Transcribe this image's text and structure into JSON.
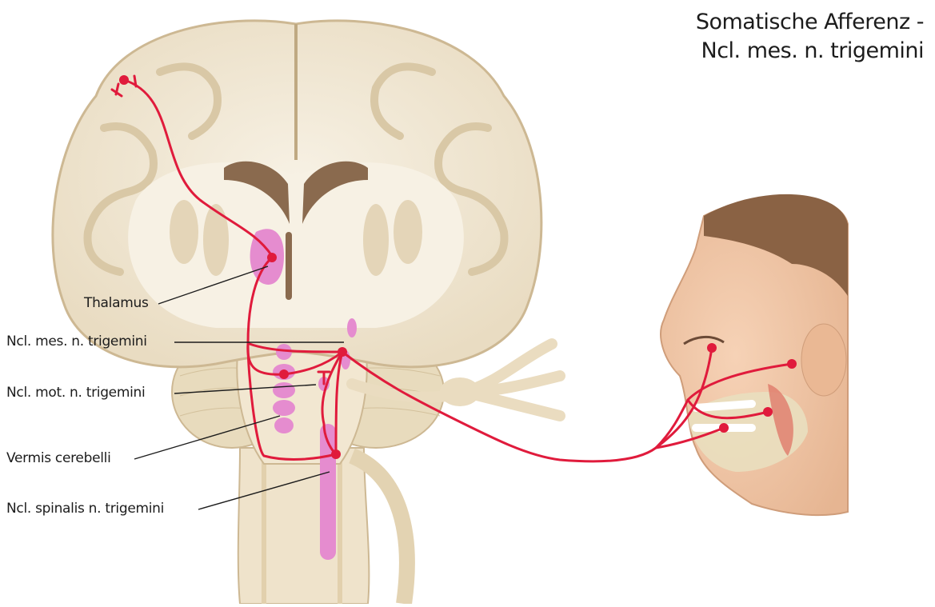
{
  "title": {
    "line1": "Somatische Afferenz -",
    "line2": "Ncl. mes. n. trigemini"
  },
  "labels": {
    "thalamus": "Thalamus",
    "ncl_mes": "Ncl. mes. n. trigemini",
    "ncl_mot": "Ncl. mot. n. trigemini",
    "vermis": "Vermis cerebelli",
    "ncl_spinalis": "Ncl. spinalis n. trigemini"
  },
  "colors": {
    "pathway": "#e01b3c",
    "nucleus": "#e58ccf",
    "tissue": "#f2ead9",
    "tissue_dark": "#d9c8a6",
    "ventricle": "#8a6a4e",
    "skin": "#f1c7a7",
    "hair": "#8a6244"
  }
}
